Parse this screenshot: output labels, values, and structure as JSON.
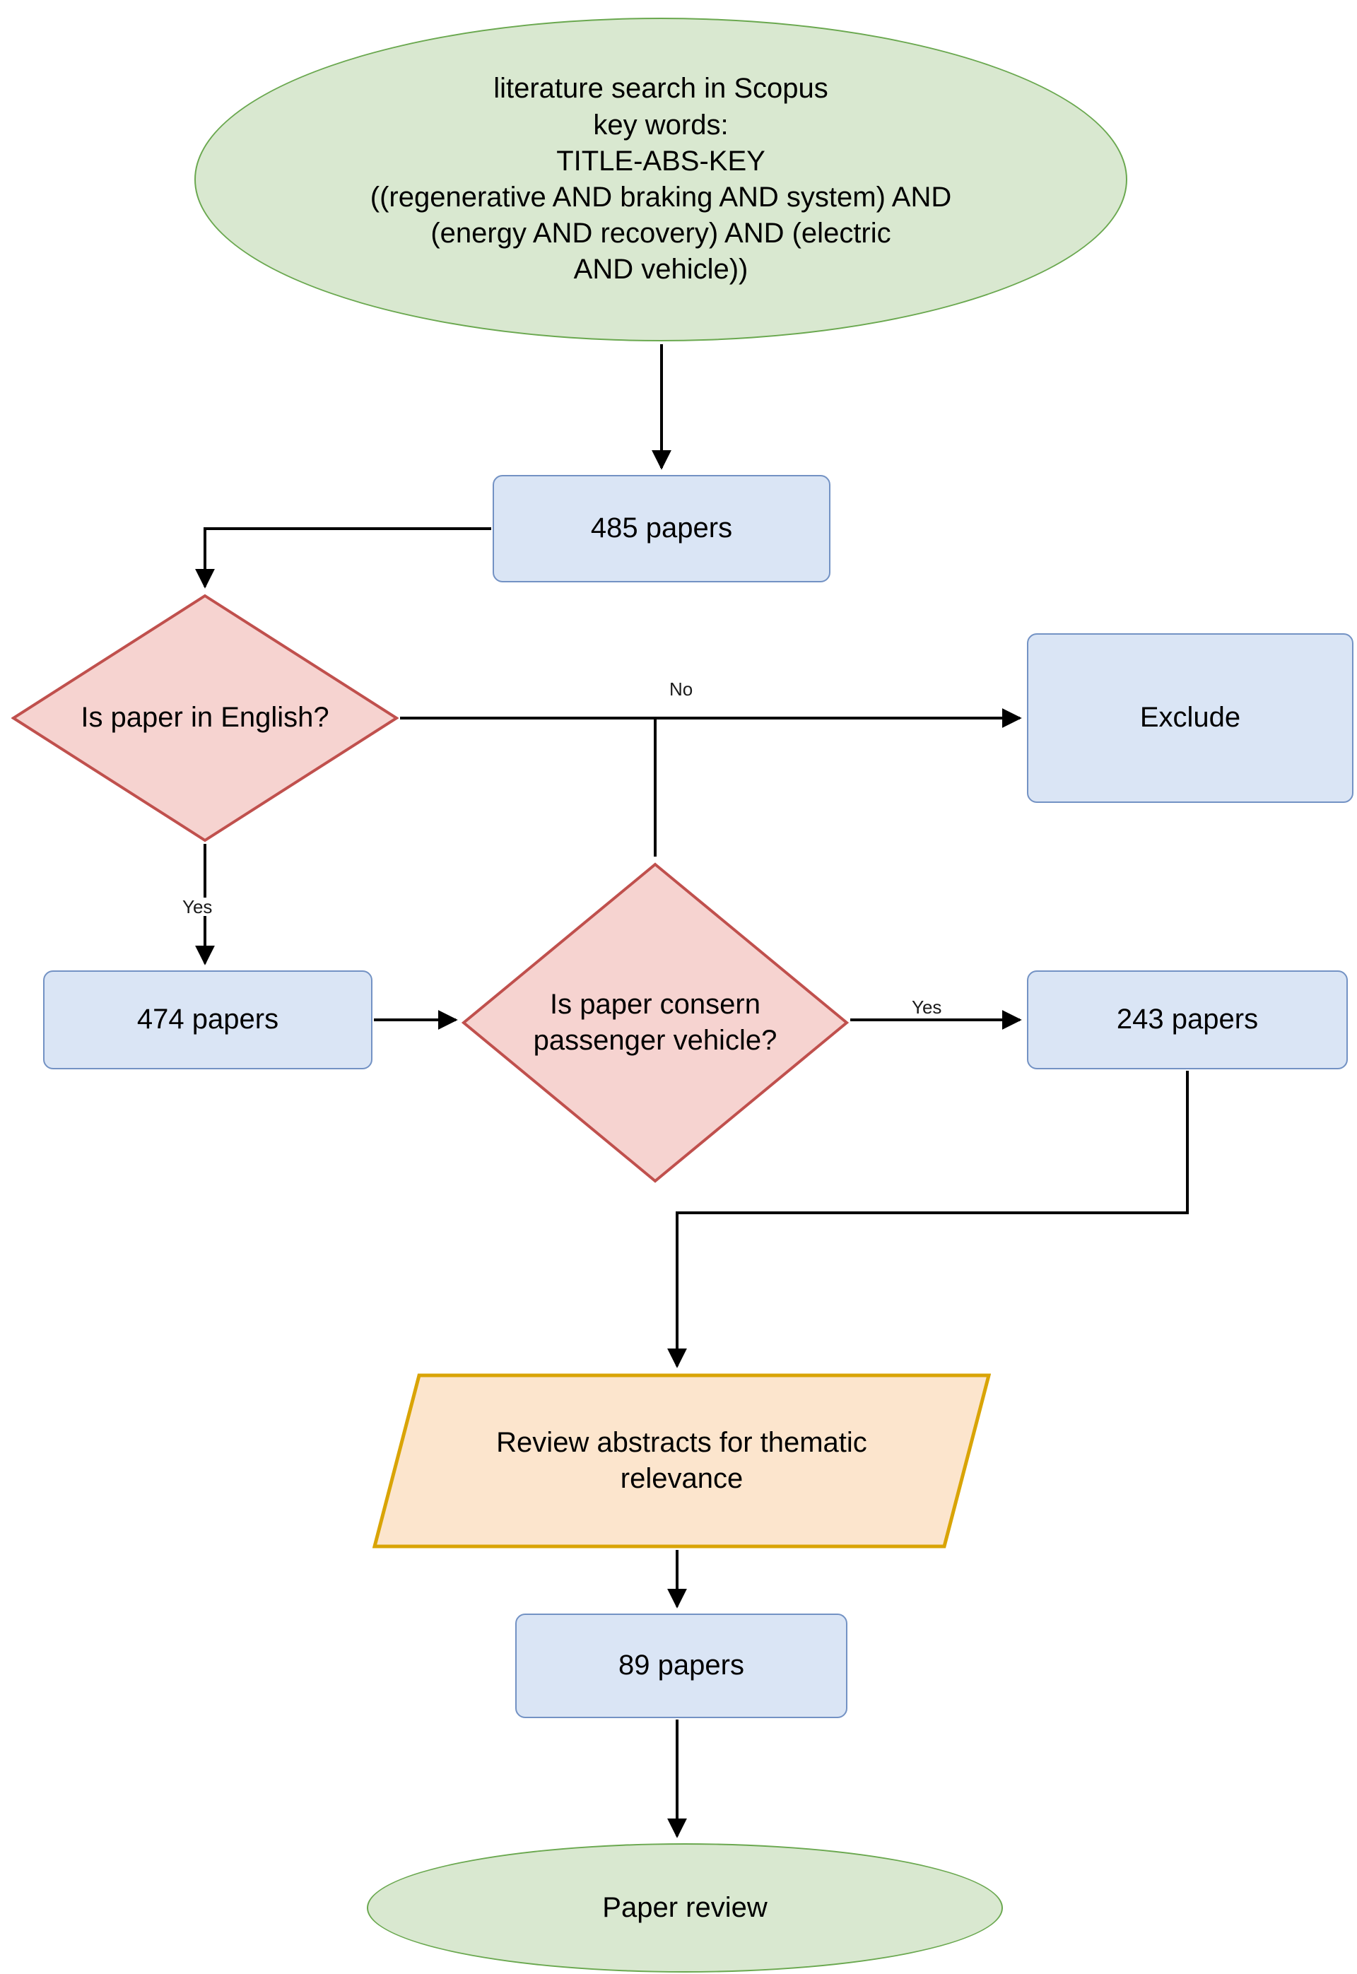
{
  "diagram": {
    "title": "Literature selection flowchart",
    "type": "flowchart",
    "colors": {
      "terminator_fill": "#d9e8d0",
      "terminator_border": "#6aa84f",
      "process_fill": "#dae5f5",
      "process_border": "#7392c4",
      "decision_fill": "#f6d3d0",
      "decision_border": "#c0504d",
      "manual_fill": "#fce5cd",
      "manual_border": "#d9a406",
      "edge_color": "#000000",
      "background": "#ffffff"
    },
    "nodes": {
      "start": {
        "shape": "ellipse",
        "text": "literature search in Scopus\nkey words:\nTITLE-ABS-KEY\n((regenerative AND braking AND system) AND\n(energy AND recovery) AND (electric\nAND vehicle))"
      },
      "count_485": {
        "shape": "rounded-rectangle",
        "text": "485 papers"
      },
      "decision_language": {
        "shape": "diamond",
        "text": "Is paper in English?"
      },
      "exclude": {
        "shape": "rounded-rectangle",
        "text": "Exclude"
      },
      "count_474": {
        "shape": "rounded-rectangle",
        "text": "474 papers"
      },
      "decision_vehicle": {
        "shape": "diamond",
        "text": "Is paper consern\npassenger vehicle?"
      },
      "count_243": {
        "shape": "rounded-rectangle",
        "text": "243 papers"
      },
      "review_abstracts": {
        "shape": "parallelogram",
        "text": "Review abstracts for thematic\nrelevance"
      },
      "count_89": {
        "shape": "rounded-rectangle",
        "text": "89 papers"
      },
      "end": {
        "shape": "ellipse",
        "text": "Paper review"
      }
    },
    "edge_labels": {
      "language_no": "No",
      "language_yes": "Yes",
      "vehicle_yes": "Yes"
    },
    "edges": [
      {
        "from": "start",
        "to": "count_485",
        "label": ""
      },
      {
        "from": "count_485",
        "to": "decision_language",
        "label": ""
      },
      {
        "from": "decision_language",
        "to": "exclude",
        "label": "No"
      },
      {
        "from": "decision_language",
        "to": "count_474",
        "label": "Yes"
      },
      {
        "from": "count_474",
        "to": "decision_vehicle",
        "label": ""
      },
      {
        "from": "decision_vehicle",
        "to": "count_243",
        "label": "Yes"
      },
      {
        "from": "count_243",
        "to": "review_abstracts",
        "label": ""
      },
      {
        "from": "review_abstracts",
        "to": "count_89",
        "label": ""
      },
      {
        "from": "count_89",
        "to": "end",
        "label": ""
      }
    ]
  }
}
